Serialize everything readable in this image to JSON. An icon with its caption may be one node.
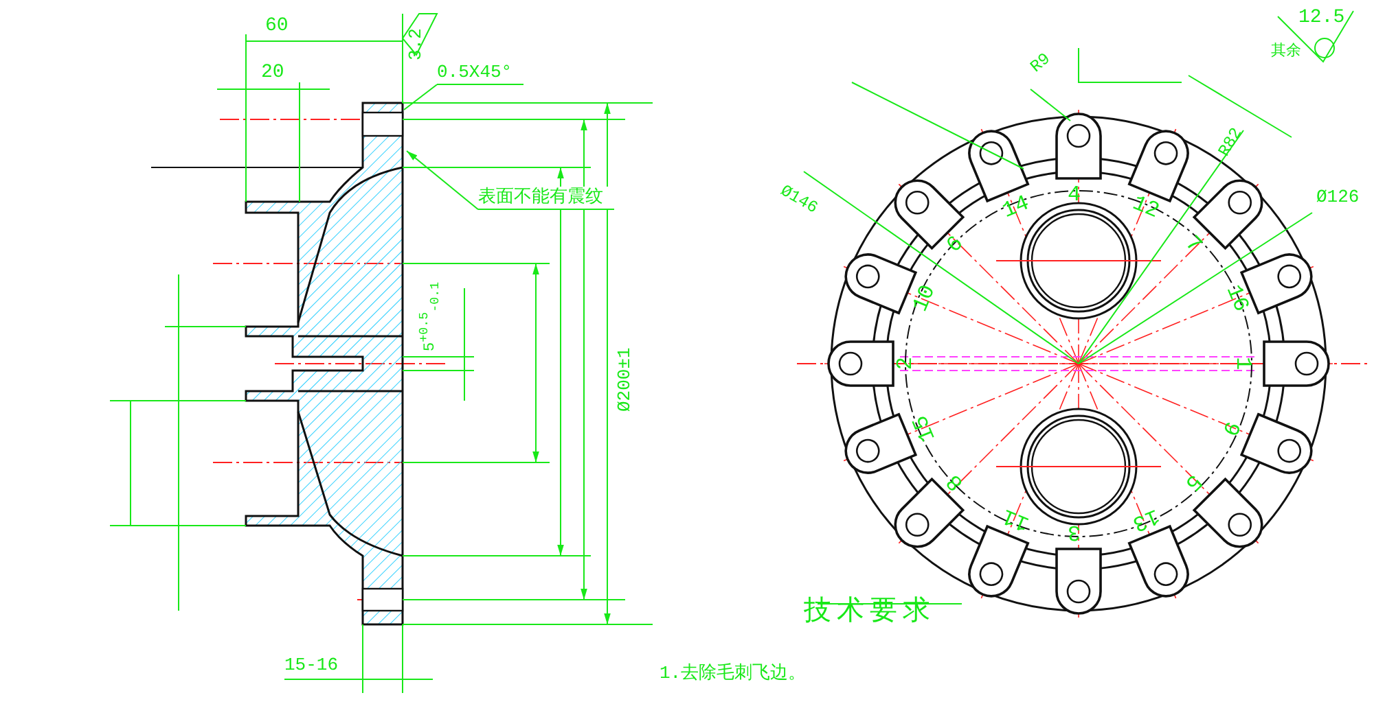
{
  "diagram": {
    "nodes": [
      {
        "text": [
          "0.5X45°"
        ]
      },
      {
        "text": [
          "表面不能有震纹"
        ]
      }
    ],
    "edges": [
      {
        "from": 0,
        "to": null,
        "arrow": "none"
      },
      {
        "from": 1,
        "to": null,
        "arrow": "to"
      }
    ],
    "labels": [
      "3.2",
      "60",
      "20",
      "12.5",
      "其余",
      "R9",
      "R82",
      "Ø146",
      "4",
      "Ø126",
      "14",
      "12",
      "6",
      "7",
      "10",
      "16",
      "5$^{+0.5}$$_{-0.1}$",
      "2",
      "1",
      "15",
      "9",
      "Ø200±1",
      "8",
      "5",
      "11",
      "3",
      "13",
      "技术要求",
      "15-16",
      "1.去除毛刺飞边。"
    ]
  }
}
